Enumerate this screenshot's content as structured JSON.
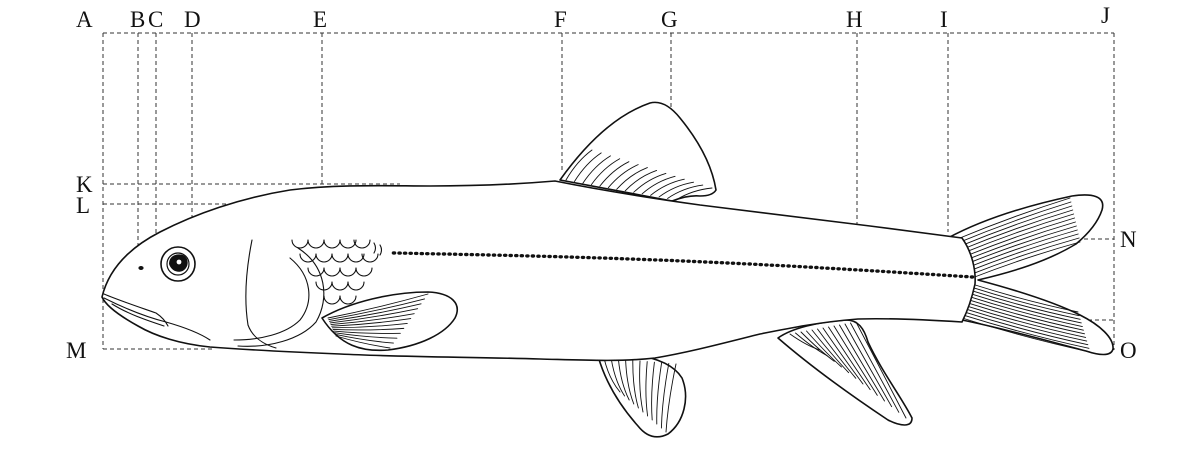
{
  "labels": {
    "top": [
      "A",
      "B",
      "C",
      "D",
      "E",
      "F",
      "G",
      "H",
      "I",
      "J"
    ],
    "left": [
      "K",
      "L",
      "M"
    ],
    "right": [
      "N",
      "O"
    ]
  }
}
